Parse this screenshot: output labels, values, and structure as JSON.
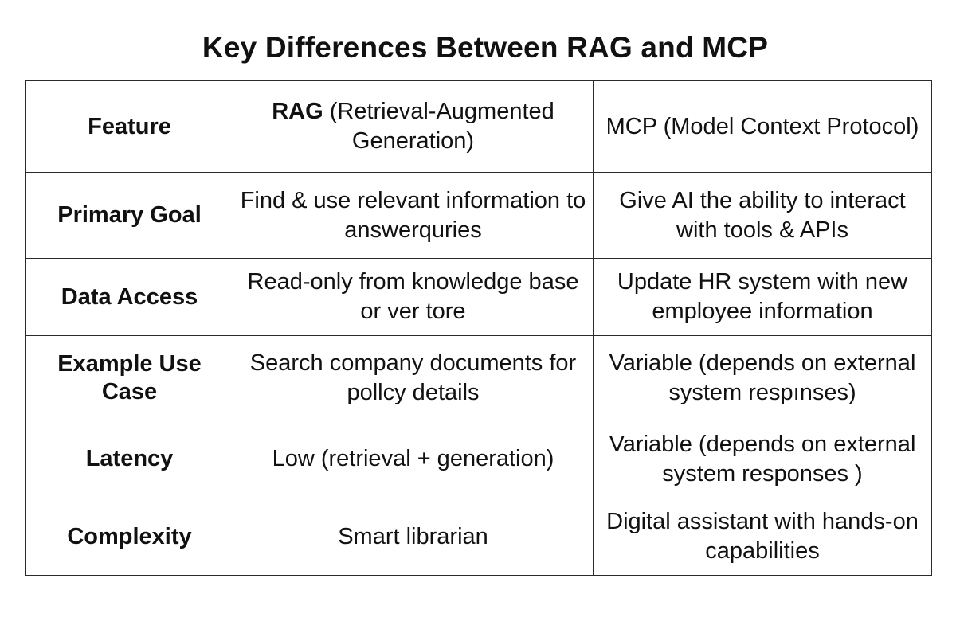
{
  "title": "Key Differences Between RAG and MCP",
  "table": {
    "header": {
      "feature": "Feature",
      "rag_strong": "RAG",
      "rag_rest": " (Retrieval-Augmented Generation)",
      "mcp": "MCP (Model Context Protocol)"
    },
    "rows": [
      {
        "feature": "Primary Goal",
        "rag": "Find & use relevant information to answerqurіes",
        "mcp": "Give AI the ability to interact with tools & APIs"
      },
      {
        "feature": "Data Access",
        "rag": "Read-only from knowledge base or ver tore",
        "mcp": "Update HR system with new employee information"
      },
      {
        "feature": "Example Use Case",
        "rag": "Search company documents for pollcy details",
        "mcp": "Variable (depends on external system respınses)"
      },
      {
        "feature": "Latency",
        "rag": "Low (retrieval + generation)",
        "mcp": "Variable (depends on external system responses )"
      },
      {
        "feature": "Complexity",
        "rag": "Smart librarian",
        "mcp": "Digital assistant with hands-on capabilities"
      }
    ]
  }
}
